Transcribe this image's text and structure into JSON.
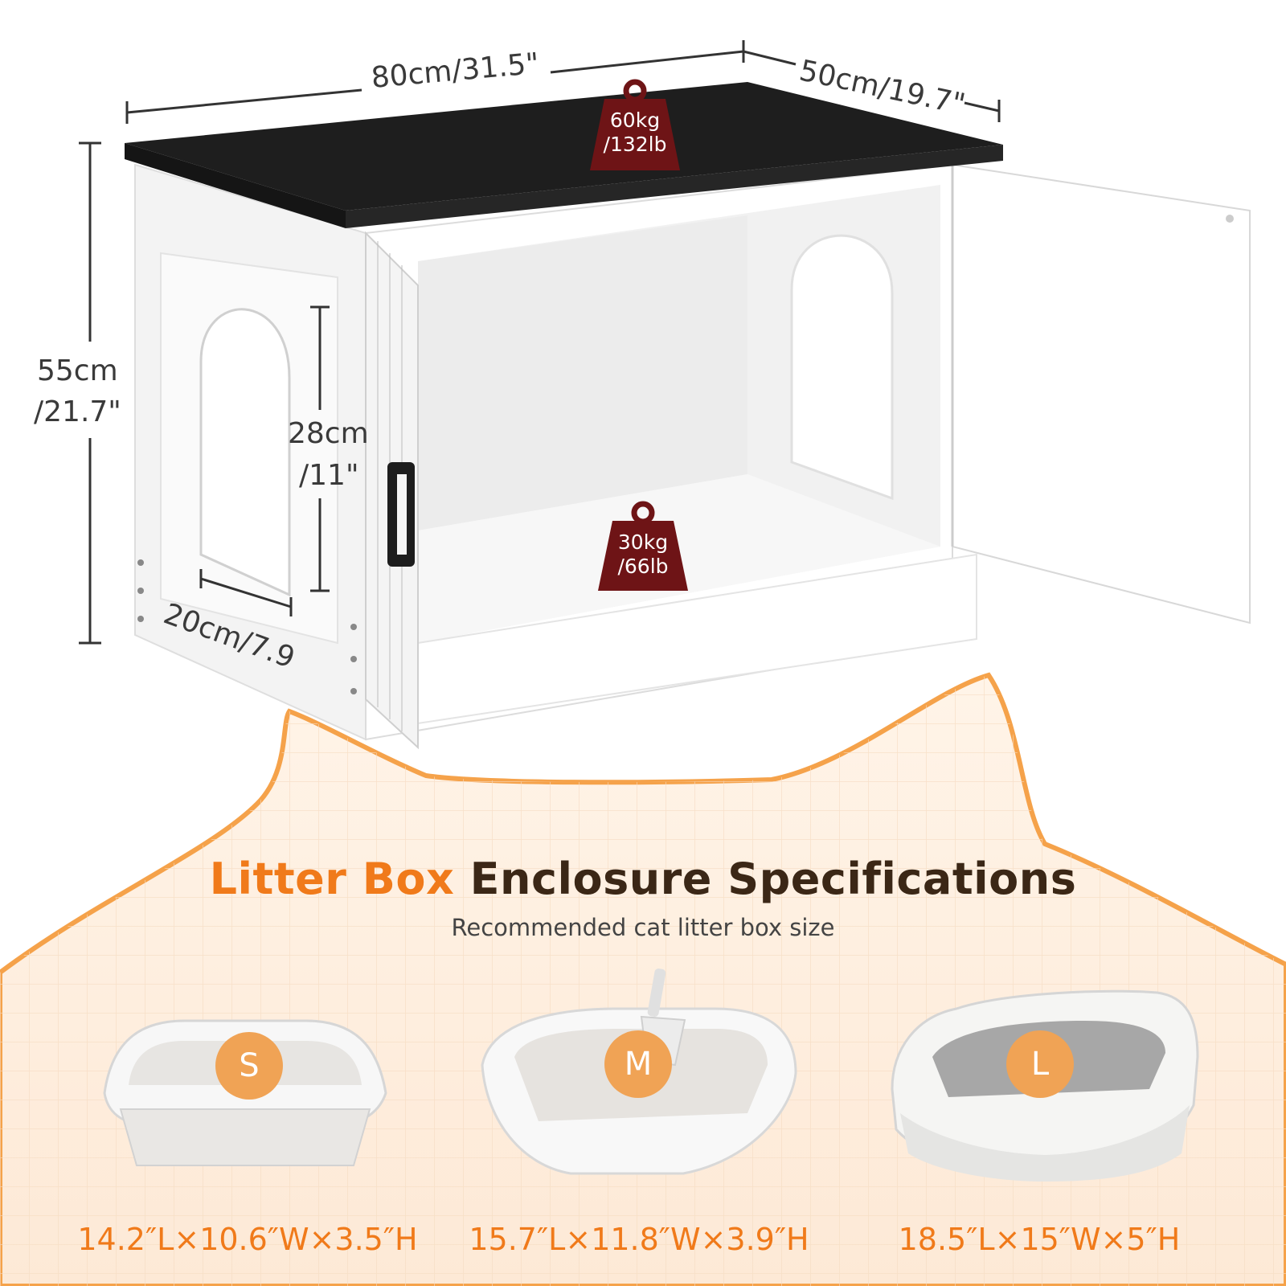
{
  "dimensions": {
    "width": "80cm/31.5\"",
    "depth": "50cm/19.7\"",
    "height_cm": "55cm",
    "height_in": "/21.7\"",
    "opening_height_cm": "28cm",
    "opening_height_in": "/11\"",
    "opening_width": "20cm/7.9"
  },
  "loads": {
    "top_kg": "60kg",
    "top_lb": "/132lb",
    "shelf_kg": "30kg",
    "shelf_lb": "/66lb"
  },
  "heading": {
    "accent": "Litter Box",
    "main": "Enclosure Specifications",
    "subtitle": "Recommended cat litter box size"
  },
  "sizes": [
    {
      "badge": "S",
      "dims": "14.2″L×10.6″W×3.5″H"
    },
    {
      "badge": "M",
      "dims": "15.7″L×11.8″W×3.9″H"
    },
    {
      "badge": "L",
      "dims": "18.5″L×15″W×5″H"
    }
  ],
  "colors": {
    "accent": "#f07a1a",
    "heading_dark": "#3b2716",
    "badge": "#f0a355",
    "weight_icon": "#6e1416",
    "cabinet_top": "#1e1e1e",
    "cabinet_body": "#ffffff"
  }
}
